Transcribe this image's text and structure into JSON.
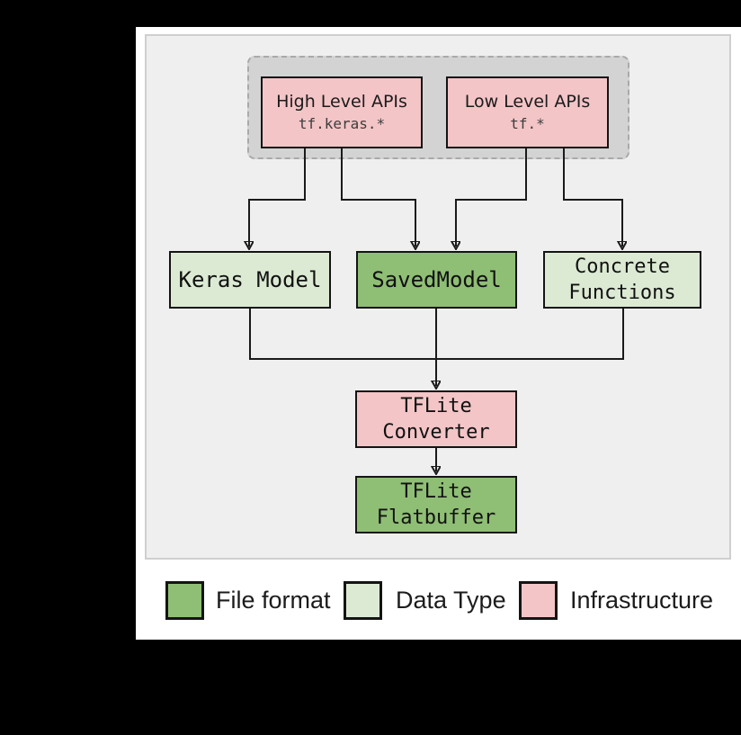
{
  "colors": {
    "file_format_green": "#8fbe75",
    "data_type_light_green": "#dcead3",
    "infrastructure_pink": "#f3c5c7",
    "diagram_background": "#efefef",
    "api_group_background": "#d3d3d3",
    "line_color": "#1a1a1a"
  },
  "boxes": {
    "high_level_api": {
      "title": "High Level APIs",
      "code": "tf.keras.*"
    },
    "low_level_api": {
      "title": "Low Level APIs",
      "code": "tf.*"
    },
    "keras_model": {
      "label": "Keras Model"
    },
    "saved_model": {
      "label": "SavedModel"
    },
    "concrete_functions": {
      "label": "Concrete\nFunctions"
    },
    "tflite_converter": {
      "label": "TFLite\nConverter"
    },
    "tflite_flatbuffer": {
      "label": "TFLite\nFlatbuffer"
    }
  },
  "legend": {
    "items": [
      {
        "label": "File format",
        "color": "#8fbe75"
      },
      {
        "label": "Data Type",
        "color": "#dcead3"
      },
      {
        "label": "Infrastructure",
        "color": "#f3c5c7"
      }
    ]
  }
}
